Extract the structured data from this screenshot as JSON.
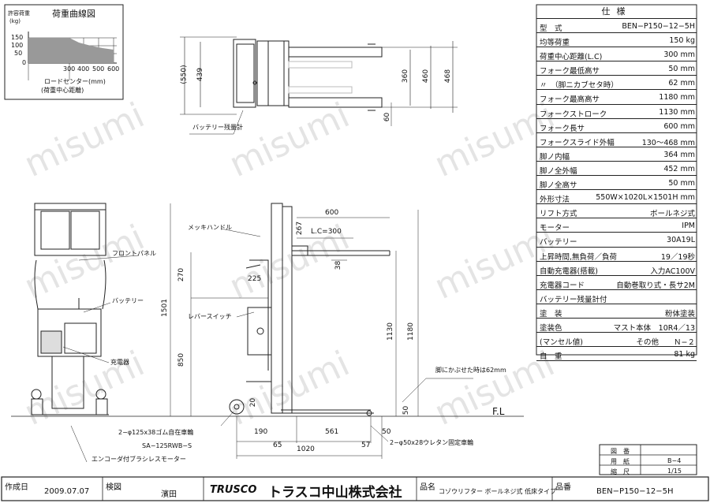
{
  "load_chart": {
    "title": "荷重曲線図",
    "y_label_line1": "許容荷重",
    "y_label_line2": "(kg)",
    "y_ticks": [
      "150",
      "100",
      "50",
      "0"
    ],
    "x_ticks": [
      "300",
      "400",
      "500",
      "600"
    ],
    "x_label": "ロードセンター(mm)",
    "x_sublabel": "(荷重中心距離)"
  },
  "spec": {
    "header": "仕様",
    "rows": [
      {
        "label": "型　式",
        "value": "BEN−P150−12−5H"
      },
      {
        "label": "均等荷重",
        "value": "150 kg"
      },
      {
        "label": "荷重中心距離(L.C)",
        "value": "300 mm"
      },
      {
        "label": "フォーク最低高サ",
        "value": "50 mm"
      },
      {
        "label": "〃　（脚ニカブセタ時）",
        "value": "62 mm"
      },
      {
        "label": "フォーク最高高サ",
        "value": "1180 mm"
      },
      {
        "label": "フォークストローク",
        "value": "1130 mm"
      },
      {
        "label": "フォーク長サ",
        "value": "600 mm"
      },
      {
        "label": "フォークスライド外幅",
        "value": "130〜468 mm"
      },
      {
        "label": "脚ノ内幅",
        "value": "364 mm"
      },
      {
        "label": "脚ノ全外幅",
        "value": "452 mm"
      },
      {
        "label": "脚ノ全高サ",
        "value": "50 mm"
      },
      {
        "label": "外形寸法",
        "value": "550W×1020L×1501H mm"
      },
      {
        "label": "リフト方式",
        "value": "ボールネジ式"
      },
      {
        "label": "モーター",
        "value": "IPM"
      },
      {
        "label": "バッテリー",
        "value": "30A19L"
      },
      {
        "label": "上昇時間,無負荷／負荷",
        "value": "19／19秒"
      },
      {
        "label": "自動充電器(搭載)",
        "value": "入力AC100V"
      },
      {
        "label": "充電器コード",
        "value": "自動巻取り式・長サ2M"
      },
      {
        "label": "バッテリー残量計付",
        "value": ""
      },
      {
        "label": "塗　装",
        "value": "粉体塗装"
      },
      {
        "label": "塗装色",
        "value": "マスト本体　10R4／13"
      },
      {
        "label": "(マンセル値)",
        "value": "その他　　Ｎ−２"
      },
      {
        "label": "自　重",
        "value": "81 kg"
      }
    ]
  },
  "top_view": {
    "dims": [
      "(550)",
      "439",
      "360",
      "460",
      "468",
      "60"
    ],
    "label_battery_gauge": "バッテリー残量計"
  },
  "front_view": {
    "label_front_panel": "フロントパネル",
    "label_battery": "バッテリー",
    "label_charger": "充電器"
  },
  "side_view": {
    "dims": {
      "fork_length": "600",
      "d267": "267",
      "load_center": "L.C=300",
      "d38": "38",
      "d270": "270",
      "d225": "225",
      "d1501": "1501",
      "d850": "850",
      "d1130": "1130",
      "d1180": "1180",
      "d20": "20",
      "d50_v": "50",
      "d190": "190",
      "d561": "561",
      "d50_h": "50",
      "d65": "65",
      "d1020": "1020",
      "d57": "57"
    },
    "label_handle": "メッキハンドル",
    "label_lever": "レバースイッチ",
    "label_fork_note": "脚にかぶせた時は62mm",
    "label_floor": "F.L",
    "label_wheel1": "2−φ125x38ゴム自在車輪",
    "label_wheel1_model": "SA−125RWB−S",
    "label_motor": "エンコーダ付ブラシレスモーター",
    "label_wheel2": "2−φ50x28ウレタン固定車輪"
  },
  "sheet_info": {
    "drawing_label": "図　番",
    "paper_label": "用　紙",
    "paper_value": "B−4",
    "scale_label": "縮　尺",
    "scale_value": "1/15"
  },
  "title_block": {
    "created_label": "作成日",
    "created_value": "2009.07.07",
    "check_label": "検図",
    "checker": "濱田",
    "brand": "TRUSCO",
    "company": "トラスコ中山株式会社",
    "product_label": "品名",
    "product_value": "コゾウリフター ボールネジ式 低床タイプ",
    "part_label": "品番",
    "part_value": "BEN−P150−12−5H"
  },
  "watermark": "misumi"
}
